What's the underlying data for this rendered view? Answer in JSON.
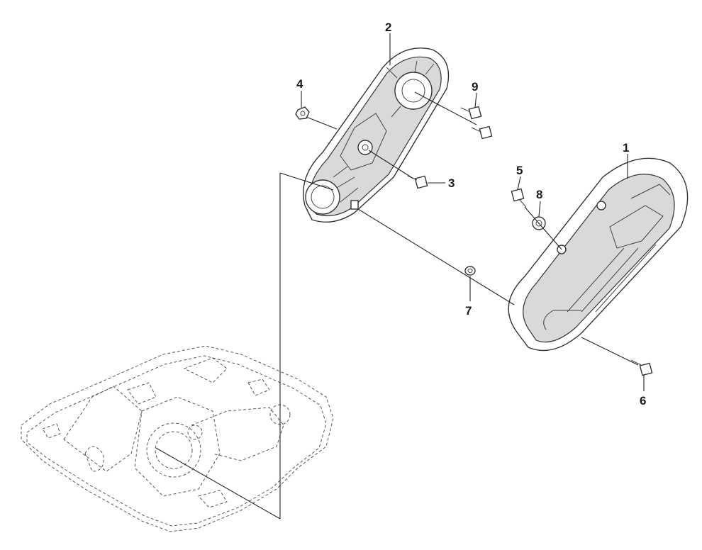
{
  "callouts": [
    {
      "id": "1",
      "label": "1"
    },
    {
      "id": "2",
      "label": "2"
    },
    {
      "id": "3",
      "label": "3"
    },
    {
      "id": "4",
      "label": "4"
    },
    {
      "id": "5",
      "label": "5"
    },
    {
      "id": "6",
      "label": "6"
    },
    {
      "id": "7",
      "label": "7"
    },
    {
      "id": "8",
      "label": "8"
    },
    {
      "id": "9",
      "label": "9"
    }
  ],
  "colors": {
    "line": "#222222",
    "part_fill": "#ffffff",
    "part_shade": "#d9d9d9"
  }
}
